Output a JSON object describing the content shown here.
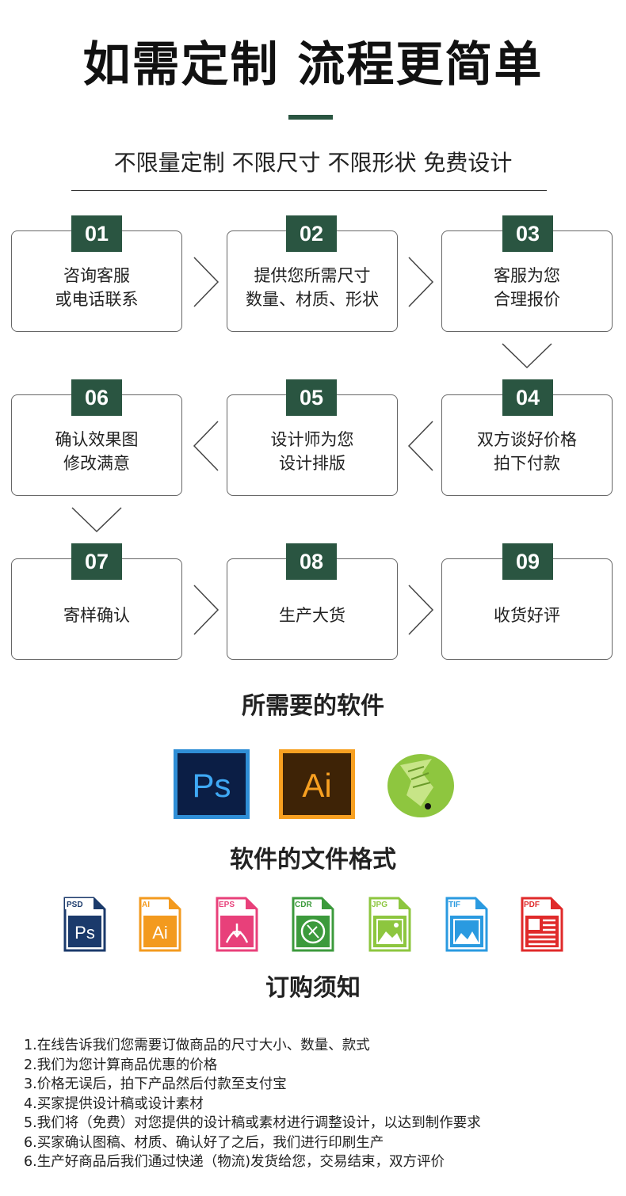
{
  "header": {
    "title": "如需定制 流程更简单",
    "subtitle": "不限量定制 不限尺寸 不限形状 免费设计"
  },
  "steps": [
    {
      "num": "01",
      "text": "咨询客服\n或电话联系"
    },
    {
      "num": "02",
      "text": "提供您所需尺寸\n数量、材质、形状"
    },
    {
      "num": "03",
      "text": "客服为您\n合理报价"
    },
    {
      "num": "04",
      "text": "双方谈好价格\n拍下付款"
    },
    {
      "num": "05",
      "text": "设计师为您\n设计排版"
    },
    {
      "num": "06",
      "text": "确认效果图\n修改满意"
    },
    {
      "num": "07",
      "text": "寄样确认"
    },
    {
      "num": "08",
      "text": "生产大货"
    },
    {
      "num": "09",
      "text": "收货好评"
    }
  ],
  "software": {
    "title": "所需要的软件",
    "icons": [
      {
        "name": "photoshop-icon",
        "label": "Ps"
      },
      {
        "name": "illustrator-icon",
        "label": "Ai"
      },
      {
        "name": "coreldraw-icon",
        "label": ""
      }
    ]
  },
  "formats": {
    "title": "软件的文件格式",
    "items": [
      {
        "tag": "PSD",
        "glyph": "Ps",
        "color": "#1b3a6b"
      },
      {
        "tag": "AI",
        "glyph": "Ai",
        "color": "#f39a1e"
      },
      {
        "tag": "EPS",
        "glyph": "",
        "color": "#e8407a"
      },
      {
        "tag": "CDR",
        "glyph": "",
        "color": "#3c9a3c"
      },
      {
        "tag": "JPG",
        "glyph": "",
        "color": "#8dc63f"
      },
      {
        "tag": "TIF",
        "glyph": "",
        "color": "#2a9ae0"
      },
      {
        "tag": "PDF",
        "glyph": "",
        "color": "#e02a2a"
      }
    ]
  },
  "order": {
    "title": "订购须知",
    "lines": [
      "1.在线告诉我们您需要订做商品的尺寸大小、数量、款式",
      "2.我们为您计算商品优惠的价格",
      "3.价格无误后，拍下产品然后付款至支付宝",
      "4.买家提供设计稿或设计素材",
      "5.我们将（免费）对您提供的设计稿或素材进行调整设计，以达到制作要求",
      "6.买家确认图稿、材质、确认好了之后，我们进行印刷生产",
      "6.生产好商品后我们通过快递（物流)发货给您，交易结束，双方评价"
    ]
  },
  "colors": {
    "accent": "#2a5541"
  }
}
